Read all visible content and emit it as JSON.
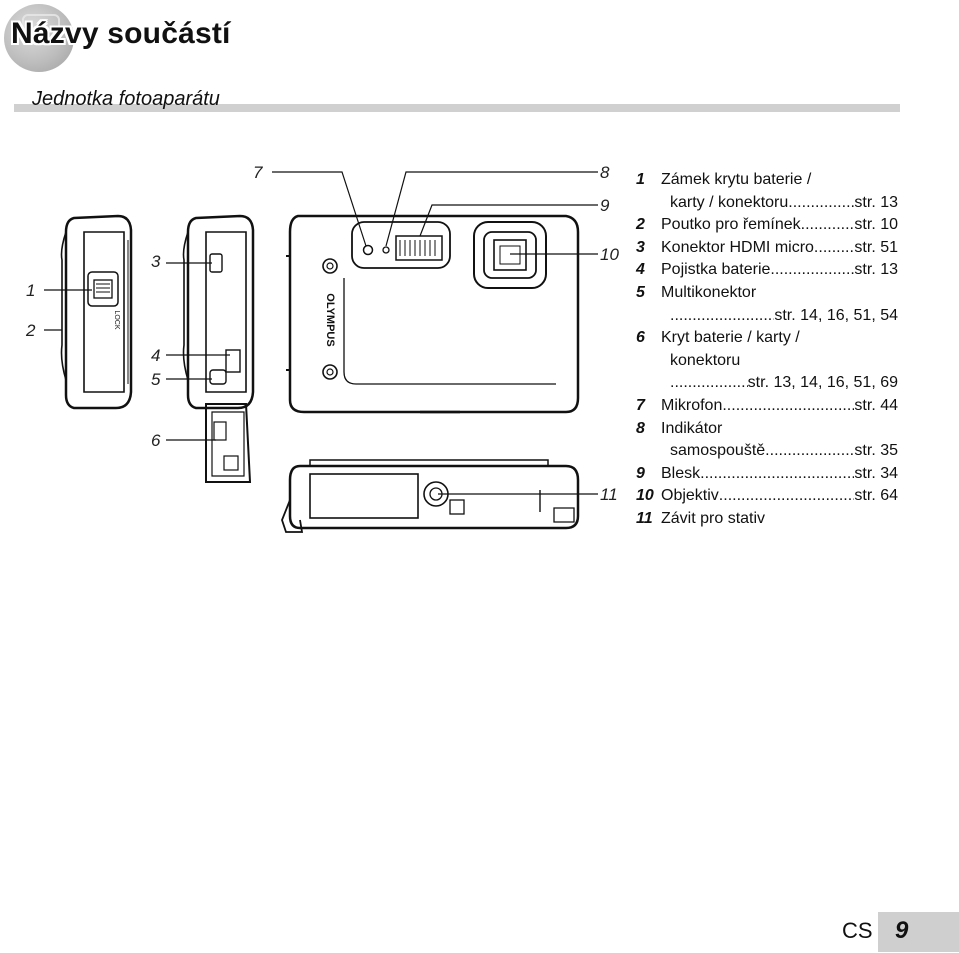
{
  "header": {
    "title": "Názvy součástí",
    "section": "Jednotka fotoaparátu"
  },
  "figure": {
    "callouts": [
      "1",
      "2",
      "3",
      "4",
      "5",
      "6",
      "7",
      "8",
      "9",
      "10",
      "11"
    ],
    "brand": "OLYMPUS",
    "lock_label": "LOCK"
  },
  "parts": [
    {
      "num": "1",
      "label": "Zámek krytu baterie /",
      "label2": "karty / konektoru",
      "page": "str. 13"
    },
    {
      "num": "2",
      "label": "Poutko pro řemínek",
      "page": "str. 10"
    },
    {
      "num": "3",
      "label": "Konektor HDMI micro",
      "page": "str. 51"
    },
    {
      "num": "4",
      "label": "Pojistka baterie",
      "page": "str. 13"
    },
    {
      "num": "5",
      "label": "Multikonektor",
      "page": "str. 14, 16, 51, 54"
    },
    {
      "num": "6",
      "label": "Kryt baterie / karty /",
      "label2": "konektoru",
      "page": "str. 13, 14, 16, 51, 69"
    },
    {
      "num": "7",
      "label": "Mikrofon",
      "page": "str. 44"
    },
    {
      "num": "8",
      "label": "Indikátor",
      "label2": "samospouště",
      "page": "str. 35"
    },
    {
      "num": "9",
      "label": "Blesk",
      "page": "str. 34"
    },
    {
      "num": "10",
      "label": "Objektiv",
      "page": "str. 64"
    },
    {
      "num": "11",
      "label": "Závit pro stativ",
      "page": ""
    }
  ],
  "footer": {
    "lang": "CS",
    "page": "9"
  }
}
